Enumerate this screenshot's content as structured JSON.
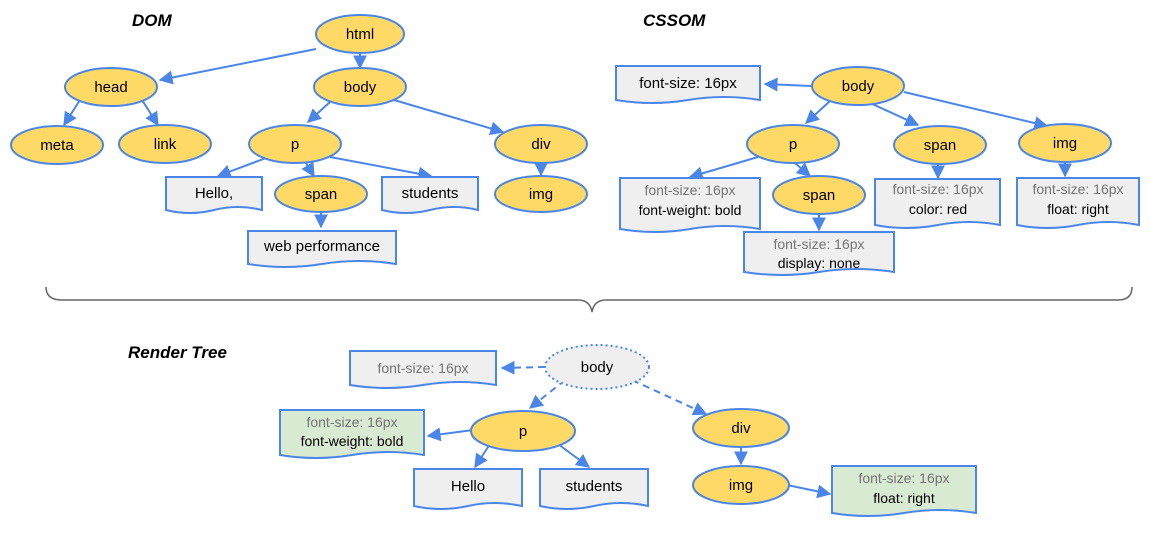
{
  "sections": {
    "dom": "DOM",
    "cssom": "CSSOM",
    "render_tree": "Render Tree"
  },
  "dom": {
    "html": "html",
    "head": "head",
    "body": "body",
    "meta": "meta",
    "link": "link",
    "p": "p",
    "div": "div",
    "span": "span",
    "img": "img",
    "text_hello": "Hello,",
    "text_students": "students",
    "text_web_performance": "web performance"
  },
  "cssom": {
    "body": "body",
    "p": "p",
    "span_top": "span",
    "img": "img",
    "span_nested": "span",
    "body_style": "font-size: 16px",
    "p_style_inherited": "font-size: 16px",
    "p_style_own": "font-weight: bold",
    "span_nested_style_inherited": "font-size: 16px",
    "span_nested_style_own": "display: none",
    "span_top_style_inherited": "font-size: 16px",
    "span_top_style_own": "color: red",
    "img_style_inherited": "font-size: 16px",
    "img_style_own": "float: right"
  },
  "render_tree": {
    "body": "body",
    "p": "p",
    "div": "div",
    "img": "img",
    "text_hello": "Hello",
    "text_students": "students",
    "body_style": "font-size: 16px",
    "p_style_inherited": "font-size: 16px",
    "p_style_own": "font-weight: bold",
    "img_style_inherited": "font-size: 16px",
    "img_style_own": "float: right"
  },
  "colors": {
    "node_fill": "#FFD966",
    "outline": "#4A86E8",
    "doc_fill": "#EFEFEF",
    "style_highlight_fill": "#D9EAD3",
    "inherited_text": "#757575"
  }
}
